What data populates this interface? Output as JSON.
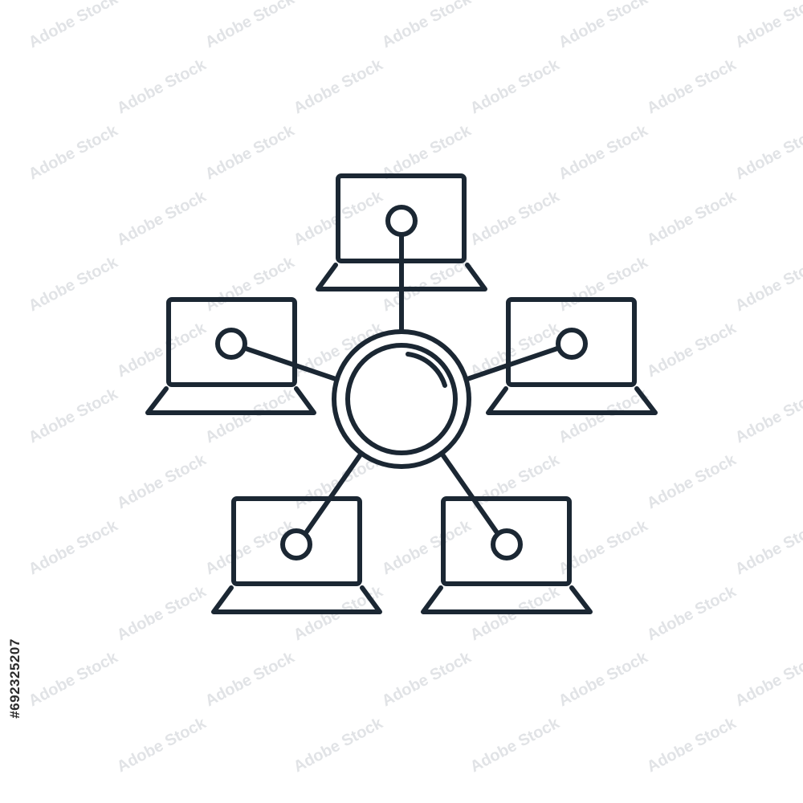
{
  "image": {
    "subject": "network-laptops-hub-icon",
    "stroke_color": "#1b2733",
    "background_color": "#ffffff",
    "laptop_count": 5
  },
  "watermark": {
    "text": "Adobe Stock",
    "color": "#c9cdd2"
  },
  "stock_id": {
    "text": "#692325207",
    "color": "#2a2a2a"
  }
}
